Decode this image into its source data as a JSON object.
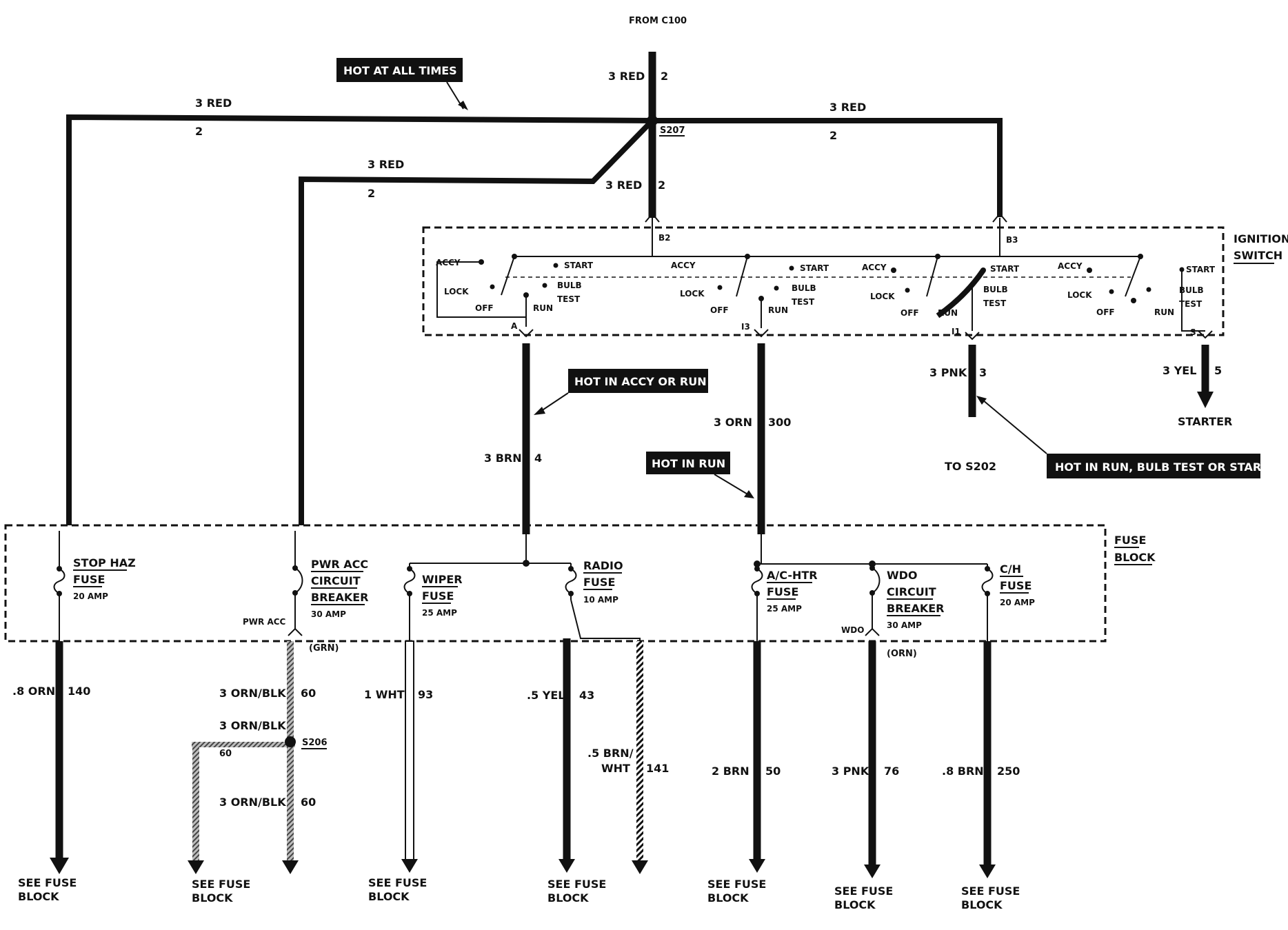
{
  "header": {
    "from_connector": "FROM C100"
  },
  "callouts": {
    "hot_at_all_times": "HOT AT ALL TIMES",
    "hot_in_accy_or_run": "HOT IN ACCY OR RUN",
    "hot_in_run": "HOT IN RUN",
    "hot_in_run_bulb_start": "HOT IN RUN, BULB TEST OR START"
  },
  "splices": {
    "s207": "S207",
    "s206": "S206"
  },
  "top_wires": {
    "from_c100_size_color": "3 RED",
    "from_c100_circuit": "2",
    "left_size_color": "3 RED",
    "left_circuit": "2",
    "pwr_acc_size_color": "3 RED",
    "pwr_acc_circuit": "2",
    "right_size_color": "3 RED",
    "right_circuit": "2",
    "b2_feed_size_color": "3 RED",
    "b2_feed_circuit": "2"
  },
  "ignition_switch": {
    "label_line1": "IGNITION",
    "label_line2": "SWITCH",
    "terminals": {
      "b2": "B2",
      "b3": "B3",
      "a": "A",
      "i3": "I3",
      "i1": "I1",
      "s": "S"
    },
    "positions": {
      "accy": "ACCY",
      "lock": "LOCK",
      "off": "OFF",
      "run": "RUN",
      "start": "START",
      "bulb": "BULB",
      "test": "TEST"
    }
  },
  "switch_outputs": {
    "a_size_color": "3 BRN",
    "a_circuit": "4",
    "i3_size_color": "3 ORN",
    "i3_circuit": "300",
    "i1_size_color": "3 PNK",
    "i1_circuit": "3",
    "i1_dest": "TO S202",
    "s_size_color": "3 YEL",
    "s_circuit": "5",
    "s_dest": "STARTER"
  },
  "fuse_block": {
    "label_line1": "FUSE",
    "label_line2": "BLOCK",
    "devices": [
      {
        "line1": "STOP HAZ",
        "line2": "FUSE",
        "line3": "",
        "rating": "20 AMP"
      },
      {
        "line1": "PWR ACC",
        "line2": "CIRCUIT",
        "line3": "BREAKER",
        "rating": "30 AMP"
      },
      {
        "line1": "WIPER",
        "line2": "FUSE",
        "line3": "",
        "rating": "25 AMP"
      },
      {
        "line1": "RADIO",
        "line2": "FUSE",
        "line3": "",
        "rating": "10 AMP"
      },
      {
        "line1": "A/C-HTR",
        "line2": "FUSE",
        "line3": "",
        "rating": "25 AMP"
      },
      {
        "line1": "WDO",
        "line2": "CIRCUIT",
        "line3": "BREAKER",
        "rating": "30 AMP"
      },
      {
        "line1": "C/H",
        "line2": "FUSE",
        "line3": "",
        "rating": "20 AMP"
      }
    ],
    "pwr_acc_terminal": "PWR ACC",
    "pwr_acc_connector": "(GRN)",
    "wdo_terminal": "WDO",
    "wdo_connector": "(ORN)"
  },
  "outputs": [
    {
      "size_color": ".8 ORN",
      "circuit": "140"
    },
    {
      "size_color": "3 ORN/BLK",
      "circuit": "60"
    },
    {
      "size_color": "3 ORN/BLK",
      "circuit": ""
    },
    {
      "size_color": "3 ORN/BLK",
      "circuit": "60"
    },
    {
      "size_color": "",
      "circuit": "60"
    },
    {
      "size_color": "1 WHT",
      "circuit": "93"
    },
    {
      "size_color": ".5 YEL",
      "circuit": "43"
    },
    {
      "size_color": ".5 BRN/",
      "size_color_2": "WHT",
      "circuit": "141"
    },
    {
      "size_color": "2 BRN",
      "circuit": "50"
    },
    {
      "size_color": "3 PNK",
      "circuit": "76"
    },
    {
      "size_color": ".8 BRN",
      "circuit": "250"
    }
  ],
  "see_fuse_block": {
    "line1": "SEE FUSE",
    "line2": "BLOCK"
  }
}
